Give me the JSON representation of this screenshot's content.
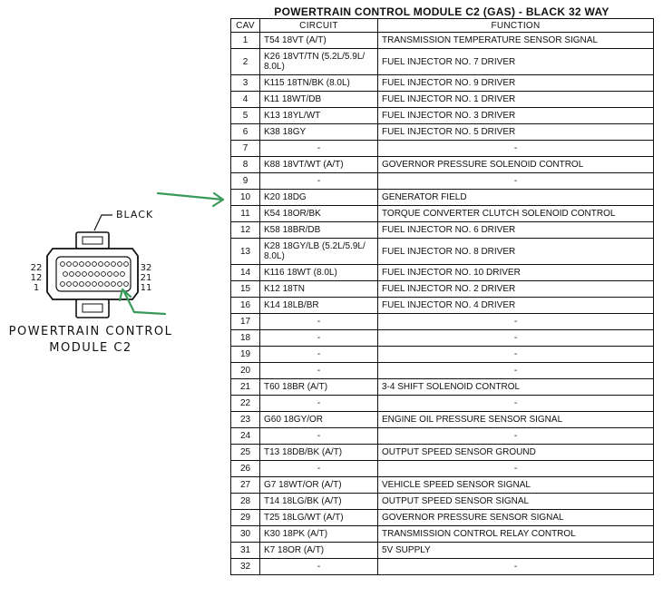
{
  "connector": {
    "color_label": "BLACK",
    "pin_labels_left": [
      "22",
      "12",
      "1"
    ],
    "pin_labels_right": [
      "32",
      "21",
      "11"
    ],
    "caption_line1": "POWERTRAIN CONTROL",
    "caption_line2": "MODULE C2",
    "arrow_color": "#3a9a5a"
  },
  "table": {
    "title": "POWERTRAIN CONTROL MODULE C2 (GAS) - BLACK 32 WAY",
    "headers": {
      "cav": "CAV",
      "circuit": "CIRCUIT",
      "function": "FUNCTION"
    },
    "rows": [
      {
        "cav": "1",
        "circuit": "T54 18VT (A/T)",
        "function": "TRANSMISSION TEMPERATURE SENSOR SIGNAL"
      },
      {
        "cav": "2",
        "circuit": "K26 18VT/TN (5.2L/5.9L/ 8.0L)",
        "function": "FUEL INJECTOR NO. 7 DRIVER"
      },
      {
        "cav": "3",
        "circuit": "K115 18TN/BK (8.0L)",
        "function": "FUEL INJECTOR NO. 9 DRIVER"
      },
      {
        "cav": "4",
        "circuit": "K11 18WT/DB",
        "function": "FUEL INJECTOR NO. 1 DRIVER"
      },
      {
        "cav": "5",
        "circuit": "K13 18YL/WT",
        "function": "FUEL INJECTOR NO. 3 DRIVER"
      },
      {
        "cav": "6",
        "circuit": "K38 18GY",
        "function": "FUEL INJECTOR NO. 5 DRIVER"
      },
      {
        "cav": "7",
        "circuit": "-",
        "function": "-"
      },
      {
        "cav": "8",
        "circuit": "K88 18VT/WT (A/T)",
        "function": "GOVERNOR PRESSURE SOLENOID CONTROL"
      },
      {
        "cav": "9",
        "circuit": "-",
        "function": "-"
      },
      {
        "cav": "10",
        "circuit": "K20 18DG",
        "function": "GENERATOR FIELD"
      },
      {
        "cav": "11",
        "circuit": "K54 18OR/BK",
        "function": "TORQUE CONVERTER CLUTCH SOLENOID CONTROL"
      },
      {
        "cav": "12",
        "circuit": "K58 18BR/DB",
        "function": "FUEL INJECTOR NO. 6 DRIVER"
      },
      {
        "cav": "13",
        "circuit": "K28 18GY/LB (5.2L/5.9L/ 8.0L)",
        "function": "FUEL INJECTOR NO. 8 DRIVER"
      },
      {
        "cav": "14",
        "circuit": "K116 18WT (8.0L)",
        "function": "FUEL INJECTOR NO. 10 DRIVER"
      },
      {
        "cav": "15",
        "circuit": "K12 18TN",
        "function": "FUEL INJECTOR NO. 2 DRIVER"
      },
      {
        "cav": "16",
        "circuit": "K14 18LB/BR",
        "function": "FUEL INJECTOR NO. 4 DRIVER"
      },
      {
        "cav": "17",
        "circuit": "-",
        "function": "-"
      },
      {
        "cav": "18",
        "circuit": "-",
        "function": "-"
      },
      {
        "cav": "19",
        "circuit": "-",
        "function": "-"
      },
      {
        "cav": "20",
        "circuit": "-",
        "function": "-"
      },
      {
        "cav": "21",
        "circuit": "T60 18BR (A/T)",
        "function": "3-4 SHIFT SOLENOID CONTROL"
      },
      {
        "cav": "22",
        "circuit": "-",
        "function": "-"
      },
      {
        "cav": "23",
        "circuit": "G60 18GY/OR",
        "function": "ENGINE OIL PRESSURE SENSOR SIGNAL"
      },
      {
        "cav": "24",
        "circuit": "-",
        "function": "-"
      },
      {
        "cav": "25",
        "circuit": "T13 18DB/BK (A/T)",
        "function": "OUTPUT SPEED SENSOR GROUND"
      },
      {
        "cav": "26",
        "circuit": "-",
        "function": "-"
      },
      {
        "cav": "27",
        "circuit": "G7 18WT/OR (A/T)",
        "function": "VEHICLE SPEED SENSOR SIGNAL"
      },
      {
        "cav": "28",
        "circuit": "T14 18LG/BK (A/T)",
        "function": "OUTPUT SPEED SENSOR SIGNAL"
      },
      {
        "cav": "29",
        "circuit": "T25 18LG/WT (A/T)",
        "function": "GOVERNOR PRESSURE SENSOR SIGNAL"
      },
      {
        "cav": "30",
        "circuit": "K30 18PK (A/T)",
        "function": "TRANSMISSION CONTROL RELAY CONTROL"
      },
      {
        "cav": "31",
        "circuit": "K7 18OR (A/T)",
        "function": "5V SUPPLY"
      },
      {
        "cav": "32",
        "circuit": "-",
        "function": "-"
      }
    ]
  }
}
